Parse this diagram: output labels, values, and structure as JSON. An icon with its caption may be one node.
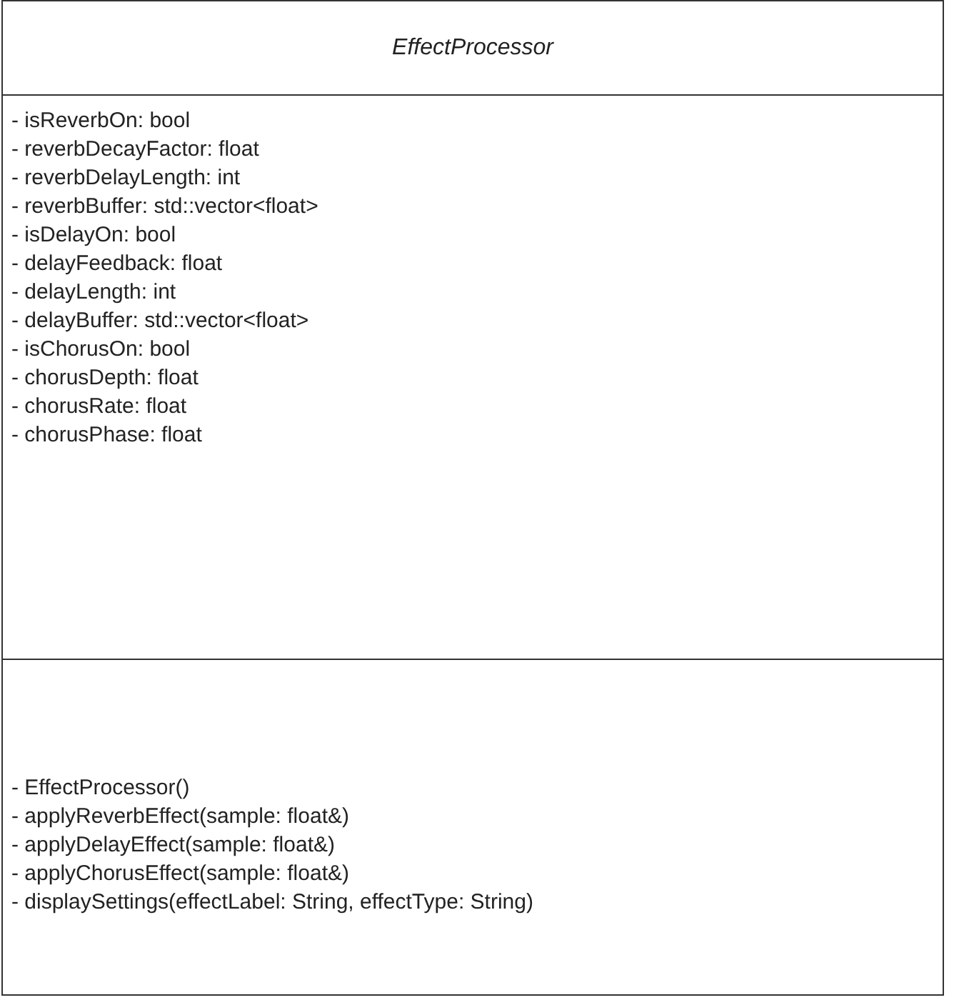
{
  "diagram": {
    "nodes": [
      {
        "text": [
          "EffectProcessor"
        ]
      },
      {
        "text": [
          "- isReverbOn: bool",
          "- reverbDecayFactor: float",
          "- reverbDelayLength: int",
          "- reverbBuffer: std::vector<float>",
          "- isDelayOn: bool",
          "- delayFeedback: float",
          "- delayLength: int",
          "- delayBuffer: std::vector<float>",
          "- isChorusOn: bool",
          "- chorusDepth: float",
          "- chorusRate: float",
          "- chorusPhase: float"
        ],
        "in": 0
      },
      {
        "text": [
          "- EffectProcessor()",
          "- applyReverbEffect(sample: float&)",
          "- applyDelayEffect(sample: float&)",
          "- applyChorusEffect(sample: float&)",
          "- displaySettings(effectLabel: String, effectType: String)"
        ],
        "in": 0
      }
    ]
  }
}
